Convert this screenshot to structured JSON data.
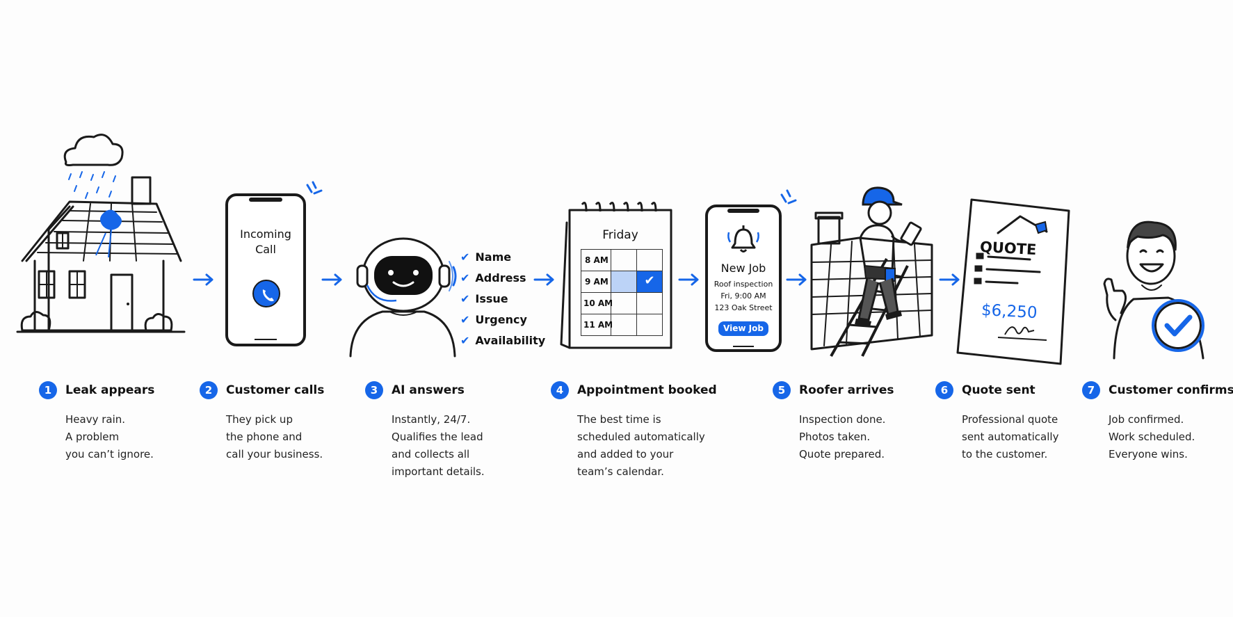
{
  "colors": {
    "accent": "#1666e8",
    "ink": "#1a1a1a",
    "background": "#fdfdfd"
  },
  "illustrations": {
    "phone_call": {
      "line1": "Incoming",
      "line2": "Call",
      "icon": "phone-icon"
    },
    "robot_checklist": [
      "Name",
      "Address",
      "Issue",
      "Urgency",
      "Availability"
    ],
    "calendar": {
      "day": "Friday",
      "times": [
        "8 AM",
        "9 AM",
        "10 AM",
        "11 AM"
      ]
    },
    "new_job": {
      "title": "New Job",
      "line1": "Roof inspection",
      "line2": "Fri, 9:00 AM",
      "line3": "123 Oak Street",
      "button": "View Job",
      "icon": "bell-icon"
    },
    "quote": {
      "title": "QUOTE",
      "amount": "$6,250"
    }
  },
  "steps": [
    {
      "number": "1",
      "title": "Leak appears",
      "lines": [
        "Heavy rain.",
        "A problem",
        "you can’t ignore."
      ]
    },
    {
      "number": "2",
      "title": "Customer calls",
      "lines": [
        "They pick up",
        "the phone and",
        "call your business."
      ]
    },
    {
      "number": "3",
      "title": "AI answers",
      "lines": [
        "Instantly, 24/7.",
        "Qualifies the lead",
        "and collects all",
        "important details."
      ]
    },
    {
      "number": "4",
      "title": "Appointment booked",
      "lines": [
        "The best time is",
        "scheduled automatically",
        "and added to your",
        "team’s calendar."
      ]
    },
    {
      "number": "5",
      "title": "Roofer arrives",
      "lines": [
        "Inspection done.",
        "Photos taken.",
        "Quote prepared."
      ]
    },
    {
      "number": "6",
      "title": "Quote sent",
      "lines": [
        "Professional quote",
        "sent automatically",
        "to the customer."
      ]
    },
    {
      "number": "7",
      "title": "Customer confirms",
      "lines": [
        "Job confirmed.",
        "Work scheduled.",
        "Everyone wins."
      ]
    }
  ]
}
